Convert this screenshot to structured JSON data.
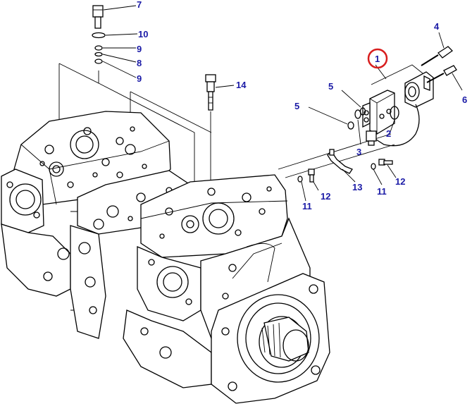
{
  "diagram": {
    "highlight_color": "#d81e1e",
    "callout_color": "#1a1aa6",
    "callouts": [
      {
        "id": "c7",
        "text": "7"
      },
      {
        "id": "c10",
        "text": "10"
      },
      {
        "id": "c9a",
        "text": "9"
      },
      {
        "id": "c8",
        "text": "8"
      },
      {
        "id": "c9b",
        "text": "9"
      },
      {
        "id": "c14",
        "text": "14"
      },
      {
        "id": "c1",
        "text": "1",
        "highlighted": true
      },
      {
        "id": "c4",
        "text": "4"
      },
      {
        "id": "c6",
        "text": "6"
      },
      {
        "id": "c5a",
        "text": "5"
      },
      {
        "id": "c5b",
        "text": "5"
      },
      {
        "id": "c2",
        "text": "2"
      },
      {
        "id": "c3",
        "text": "3"
      },
      {
        "id": "c12a",
        "text": "12"
      },
      {
        "id": "c11a",
        "text": "11"
      },
      {
        "id": "c13",
        "text": "13"
      },
      {
        "id": "c11b",
        "text": "11"
      },
      {
        "id": "c12b",
        "text": "12"
      }
    ]
  }
}
